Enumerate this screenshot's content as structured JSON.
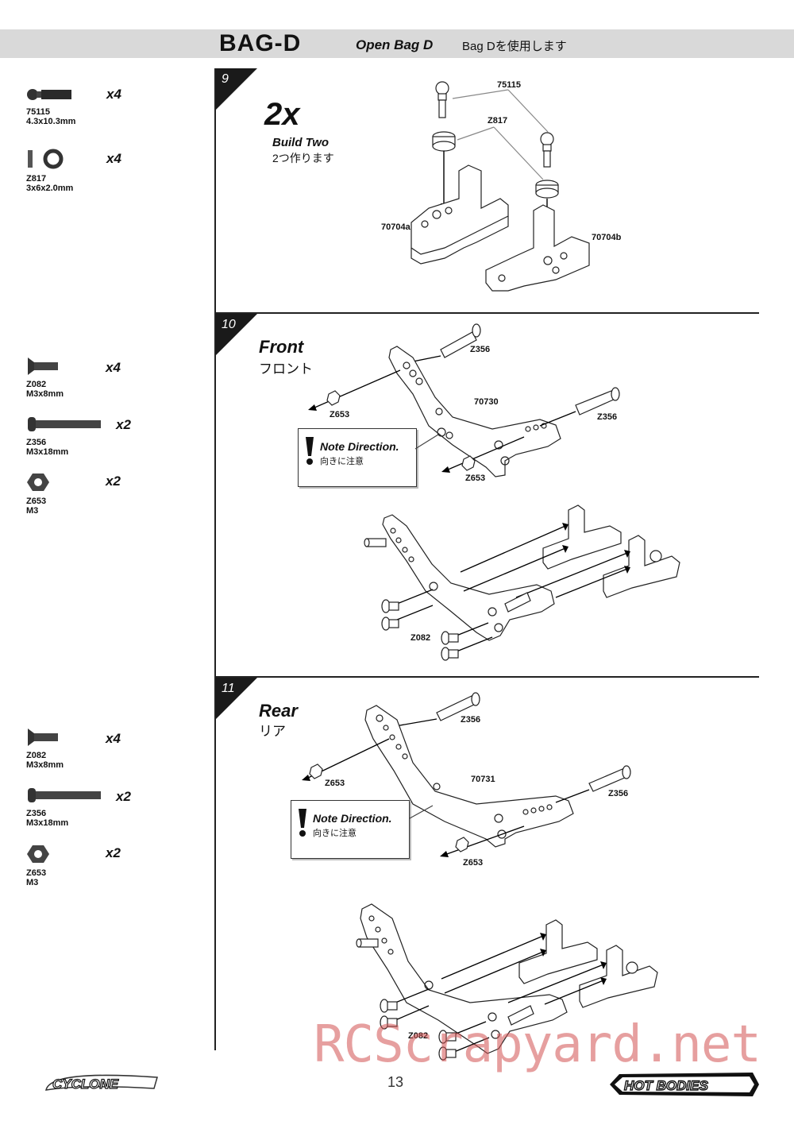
{
  "header": {
    "title": "BAG-D",
    "subtitle": "Open Bag D",
    "subtitle_jp": "Bag Dを使用します"
  },
  "parts_step9": [
    {
      "code": "75115",
      "size": "4.3x10.3mm",
      "qty": "x4",
      "icon": "ball-stud-icon"
    },
    {
      "code": "Z817",
      "size": "3x6x2.0mm",
      "qty": "x4",
      "icon": "spacer-icon"
    }
  ],
  "parts_step10": [
    {
      "code": "Z082",
      "size": "M3x8mm",
      "qty": "x4",
      "icon": "flat-screw-icon"
    },
    {
      "code": "Z356",
      "size": "M3x18mm",
      "qty": "x2",
      "icon": "long-screw-icon"
    },
    {
      "code": "Z653",
      "size": "M3",
      "qty": "x2",
      "icon": "nut-icon"
    }
  ],
  "parts_step11": [
    {
      "code": "Z082",
      "size": "M3x8mm",
      "qty": "x4",
      "icon": "flat-screw-icon"
    },
    {
      "code": "Z356",
      "size": "M3x18mm",
      "qty": "x2",
      "icon": "long-screw-icon"
    },
    {
      "code": "Z653",
      "size": "M3",
      "qty": "x2",
      "icon": "nut-icon"
    }
  ],
  "step9": {
    "number": "9",
    "multiplier": "2x",
    "label": "Build Two",
    "label_jp": "2つ作ります",
    "callouts": {
      "ball": "75115",
      "spacer": "Z817",
      "left_mount": "70704a",
      "right_mount": "70704b"
    }
  },
  "step10": {
    "number": "10",
    "label": "Front",
    "label_jp": "フロント",
    "note": "Note Direction.",
    "note_jp": "向きに注意",
    "callouts": {
      "screw_top": "Z356",
      "tower": "70730",
      "screw_right": "Z356",
      "nut_left": "Z653",
      "nut_bottom": "Z653",
      "screw_small": "Z082"
    }
  },
  "step11": {
    "number": "11",
    "label": "Rear",
    "label_jp": "リア",
    "note": "Note Direction.",
    "note_jp": "向きに注意",
    "callouts": {
      "screw_top": "Z356",
      "tower": "70731",
      "screw_right": "Z356",
      "nut_left": "Z653",
      "nut_bottom": "Z653",
      "screw_small": "Z082"
    }
  },
  "footer": {
    "page_number": "13",
    "brand_left": "CYCLONE",
    "brand_right": "HOT BODIES",
    "watermark": "RCScrapyard.net"
  }
}
